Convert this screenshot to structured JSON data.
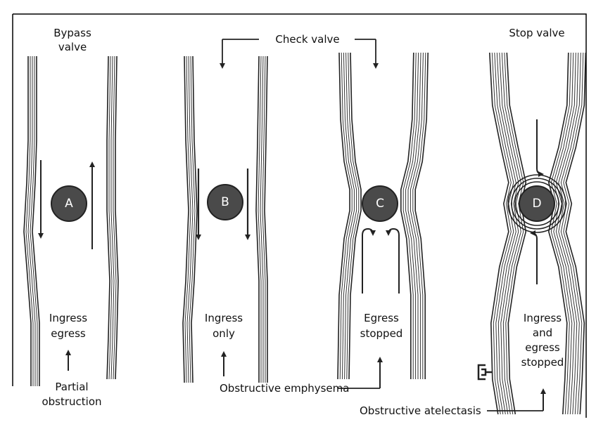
{
  "labels": {
    "bypass_line1": "Bypass",
    "bypass_line2": "valve",
    "check_valve": "Check valve",
    "stop_valve": "Stop valve",
    "a_text_line1": "Ingress",
    "a_text_line2": "egress",
    "partial_line1": "Partial",
    "partial_line2": "obstruction",
    "b_text_line1": "Ingress",
    "b_text_line2": "only",
    "c_text_line1": "Egress",
    "c_text_line2": "stopped",
    "d_text_line1": "Ingress",
    "d_text_line2": "and",
    "d_text_line3": "egress",
    "d_text_line4": "stopped",
    "obstructive_emphysema": "Obstructive emphysema",
    "obstructive_atelectasis": "Obstructive atelectasis"
  },
  "panels": [
    {
      "letter": "A"
    },
    {
      "letter": "B"
    },
    {
      "letter": "C"
    },
    {
      "letter": "D"
    }
  ],
  "colors": {
    "stroke": "#222222",
    "circle_fill": "#4a4a4a",
    "frame": "#000000"
  }
}
